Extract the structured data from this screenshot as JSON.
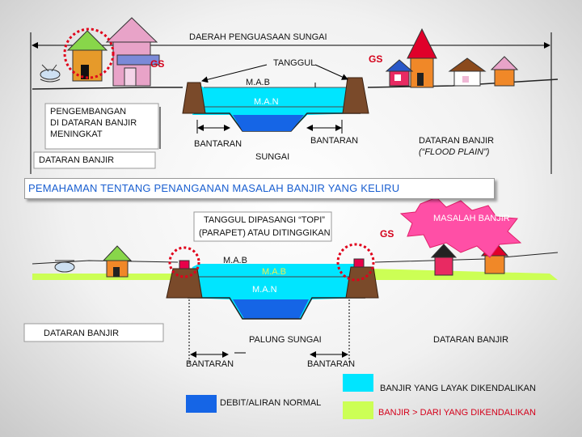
{
  "diagram": {
    "top": {
      "title": "DAERAH PENGUASAAN SUNGAI",
      "tanggul": "TANGGUL",
      "gs_left": "GS",
      "gs_right": "GS",
      "mab": "M.A.B",
      "man": "M.A.N",
      "pengembangan": [
        "PENGEMBANGAN",
        "DI DATARAN BANJIR",
        "MENINGKAT"
      ],
      "dataran_banjir_left": "DATARAN BANJIR",
      "bantaran_left": "BANTARAN",
      "bantaran_right": "BANTARAN",
      "sungai": "SUNGAI",
      "dataran_banjir_right": "DATARAN BANJIR",
      "flood_plain": "(“FLOOD PLAIN”)"
    },
    "banner": "PEMAHAMAN TENTANG PENANGANAN MASALAH BANJIR YANG KELIRU",
    "bottom": {
      "tanggul_box": [
        "TANGGUL DIPASANGI “TOPI”",
        "(PARAPET) ATAU DITINGGIKAN"
      ],
      "masalah": "MASALAH BANJIR",
      "gs": "GS",
      "mab": "M.A.B",
      "mab2": "M.A.B",
      "man": "M.A.N",
      "dataran_banjir_left": "DATARAN BANJIR",
      "palung": "PALUNG SUNGAI",
      "dataran_banjir_right": "DATARAN BANJIR",
      "bantaran_left": "BANTARAN",
      "bantaran_right": "BANTARAN"
    },
    "legend": [
      {
        "label": "BANJIR YANG LAYAK DIKENDALIKAN",
        "color": "#00e5ff"
      },
      {
        "label": "DEBIT/ALIRAN NORMAL",
        "color": "#1565e6"
      },
      {
        "label": "BANJIR > DARI YANG DIKENDALIKAN",
        "color": "#ccff55"
      }
    ]
  }
}
